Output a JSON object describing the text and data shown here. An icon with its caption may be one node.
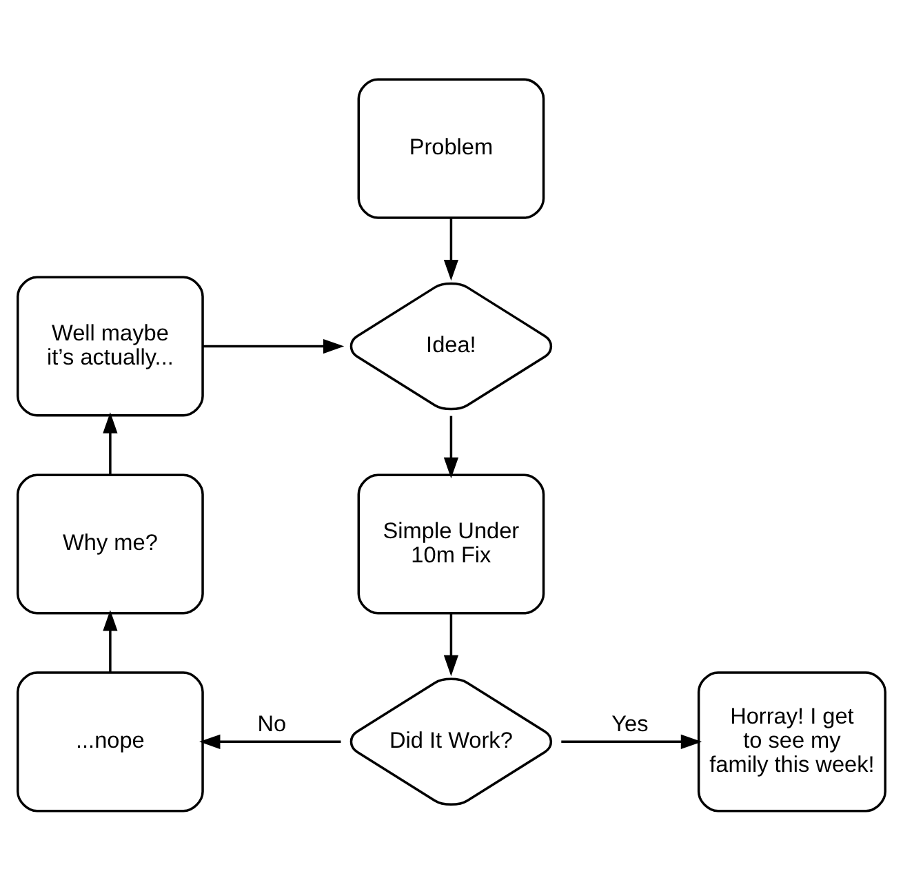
{
  "diagram": {
    "nodes": [
      {
        "text": [
          "Problem"
        ]
      },
      {
        "text": [
          "Idea!"
        ]
      },
      {
        "text": [
          "Well maybe it’s actually..."
        ]
      },
      {
        "text": [
          "Simple Under 10m Fix"
        ]
      },
      {
        "text": [
          "Why me?"
        ]
      },
      {
        "text": [
          "Did It Work?"
        ]
      },
      {
        "text": [
          "...nope"
        ]
      },
      {
        "text": [
          "Horray! I get to see my family this week!"
        ]
      }
    ],
    "edges": [
      {
        "from": 0,
        "to": 1,
        "arrow": "to"
      },
      {
        "from": 2,
        "to": 1,
        "arrow": "to"
      },
      {
        "from": 1,
        "to": 3,
        "arrow": "to"
      },
      {
        "from": 4,
        "to": 2,
        "arrow": "to"
      },
      {
        "from": 3,
        "to": 5,
        "arrow": "to"
      },
      {
        "from": 6,
        "to": 4,
        "arrow": "to"
      },
      {
        "from": 5,
        "to": 6,
        "arrow": "to",
        "label": "No"
      },
      {
        "from": 5,
        "to": 7,
        "arrow": "to",
        "label": "Yes"
      }
    ]
  }
}
